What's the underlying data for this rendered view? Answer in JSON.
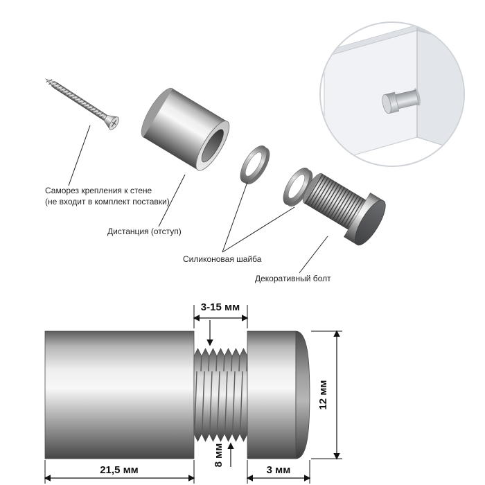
{
  "exploded_view": {
    "screw_label_line1": "Саморез крепления к стене",
    "screw_label_line2": "(не входит в комплект поставки)",
    "spacer_label": "Дистанция (отступ)",
    "washer_label": "Силиконовая шайба",
    "bolt_label": "Декоративный болт"
  },
  "dimensions": {
    "thread_range": "3-15 мм",
    "cap_diameter": "12 мм",
    "body_length": "21,5 мм",
    "thread_diameter": "8 мм",
    "cap_thickness": "3 мм"
  },
  "colors": {
    "background": "#ffffff",
    "metal_highlight": "#f8f8f8",
    "metal_mid": "#a6a6a6",
    "metal_shadow": "#454545",
    "outline": "#111111",
    "inset_circle_stroke": "#cfd3d7",
    "wall_face_light": "#f0f2f5",
    "wall_face_shade": "#e2e5e9"
  }
}
